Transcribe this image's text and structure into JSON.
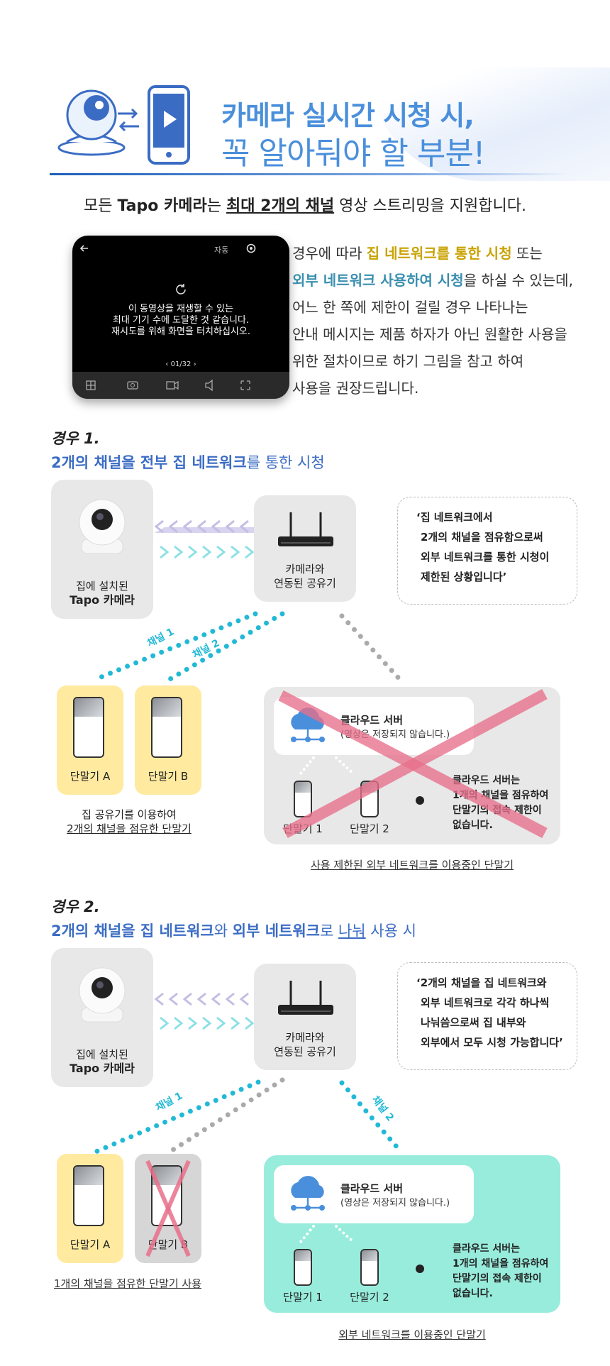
{
  "header": {
    "title_line1": "카메라 실시간 시청 시,",
    "title_line2": "꼭 알아둬야 할 부분!"
  },
  "lead": {
    "pre": "모든 ",
    "brand": "Tapo 카메라",
    "mid": "는 ",
    "emph": "최대 2개의 채널",
    "post": " 영상 스트리밍을 지원합니다."
  },
  "phone_screen": {
    "mode": "자동",
    "message_lines": [
      "이 동영상을 재생할 수 있는",
      "최대 기기 수에 도달한 것 같습니다.",
      "재시도를 위해 화면을 터치하십시오."
    ],
    "page": "01/32"
  },
  "description": {
    "p1": "경우에 따라 ",
    "hl1": "집 네트워크를 통한 시청",
    "p2": " 또는",
    "hl2": "외부 네트워크 사용하여 시청",
    "p3": "을 하실 수 있는데,",
    "l3": "어느 한 쪽에 제한이 걸릴 경우 나타나는",
    "l4": "안내 메시지는 제품 하자가 아닌 원활한 사용을",
    "l5": "위한 절차이므로 하기 그림을 참고 하여",
    "l6": "사용을 권장드립니다."
  },
  "case1": {
    "label": "경우 1.",
    "title_bold": "2개의 채널을 전부 집 네트워크",
    "title_rest": "를 통한 시청",
    "camera_label1": "집에 설치된",
    "camera_label2": "Tapo 카메라",
    "router_label1": "카메라와",
    "router_label2": "연동된 공유기",
    "quote": [
      "‘집 네트워크에서",
      "2개의 채널을 점유함으로써",
      "외부 네트워크를 통한 시청이",
      "제한된 상황입니다’"
    ],
    "channel1": "채널 1",
    "channel2": "채널 2",
    "device_a": "단말기 A",
    "device_b": "단말기 B",
    "home_caption1": "집 공유기를 이용하여",
    "home_caption2": "2개의 채널을 점유한 단말기",
    "server_title": "클라우드 서버",
    "server_sub": "(영상은 저장되지 않습니다.)",
    "device_1": "단말기 1",
    "device_2": "단말기 2",
    "server_note": [
      "클라우드 서버는",
      "1개의 채널을 점유하여",
      "단말기의 접속 제한이",
      "없습니다."
    ],
    "external_caption": "사용 제한된 외부 네트워크를 이용중인 단말기"
  },
  "case2": {
    "label": "경우 2.",
    "title_b1": "2개의 채널을 집 네트워크",
    "title_m1": "와 ",
    "title_b2": "외부 네트워크",
    "title_m2": "로 ",
    "title_ul": "나눠",
    "title_end": " 사용 시",
    "camera_label1": "집에 설치된",
    "camera_label2": "Tapo 카메라",
    "router_label1": "카메라와",
    "router_label2": "연동된 공유기",
    "quote": [
      "‘2개의 채널을 집 네트워크와",
      "외부 네트워크로 각각 하나씩",
      "나눠씀으로써 집 내부와",
      "외부에서 모두 시청 가능합니다’"
    ],
    "channel1": "채널 1",
    "channel2": "채널 2",
    "device_a": "단말기 A",
    "device_b": "단말기 B",
    "home_caption": "1개의 채널을 점유한 단말기 사용",
    "server_title": "클라우드 서버",
    "server_sub": "(영상은 저장되지 않습니다.)",
    "device_1": "단말기 1",
    "device_2": "단말기 2",
    "server_note": [
      "클라우드 서버는",
      "1개의 채널을 점유하여",
      "단말기의 접속 제한이",
      "없습니다."
    ],
    "external_caption": "외부 네트워크를 이용중인 단말기"
  },
  "colors": {
    "accent_blue": "#4a8fdb",
    "title_blue": "#3b6cc4",
    "highlight_yellow": "#c9a200",
    "highlight_teal": "#3a8fb0",
    "channel_cyan": "#22b9d6",
    "cross_pink": "#e8708a",
    "device_yellow": "#ffeaa0",
    "server_mint": "#98ecdc"
  }
}
